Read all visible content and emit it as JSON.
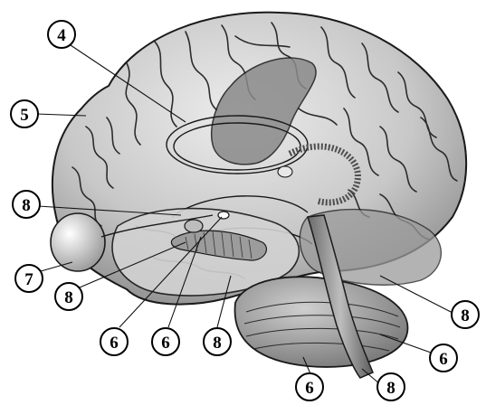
{
  "figure": {
    "labels": [
      {
        "id": "l4a",
        "text": "4"
      },
      {
        "id": "l5",
        "text": "5"
      },
      {
        "id": "l8a",
        "text": "8"
      },
      {
        "id": "l7",
        "text": "7"
      },
      {
        "id": "l8b",
        "text": "8"
      },
      {
        "id": "l6a",
        "text": "6"
      },
      {
        "id": "l6b",
        "text": "6"
      },
      {
        "id": "l8c",
        "text": "8"
      },
      {
        "id": "l8d",
        "text": "8"
      },
      {
        "id": "l6c",
        "text": "6"
      },
      {
        "id": "l6d",
        "text": "6"
      },
      {
        "id": "l8e",
        "text": "8"
      }
    ]
  },
  "colors": {
    "cortex_light": "#d9d9d9",
    "cortex_mid": "#b8b8b8",
    "cortex_dark": "#8a8a8a",
    "tract": "#5a5a5a",
    "outline": "#1a1a1a"
  }
}
